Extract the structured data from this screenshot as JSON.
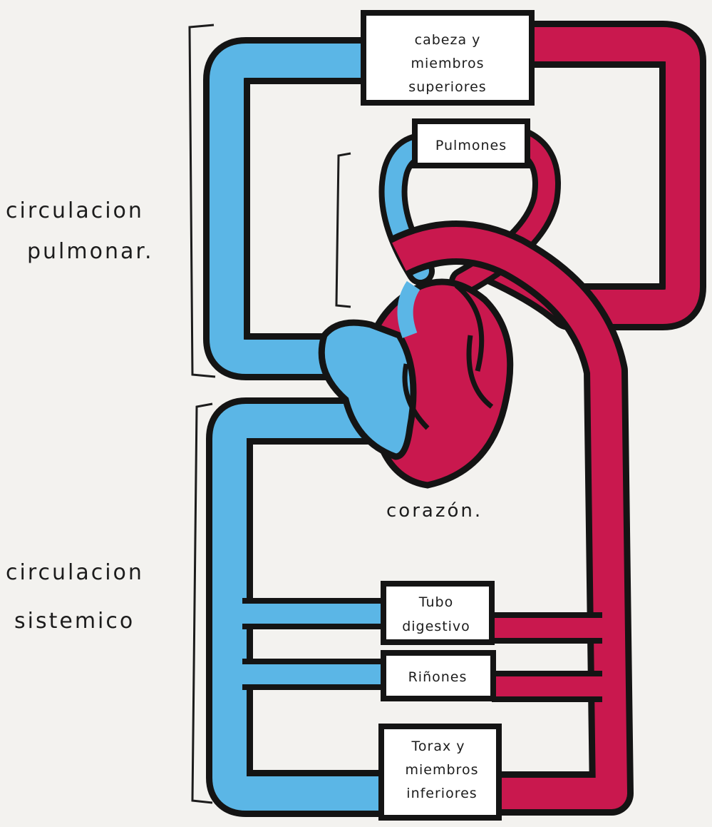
{
  "colors": {
    "venous": "#5bb6e6",
    "arterial": "#c9184e",
    "outline": "#141414",
    "box_fill": "#ffffff",
    "paper": "#f3f2ef"
  },
  "labels": {
    "pulmonary_circulation": [
      "circulacion",
      "pulmonar."
    ],
    "systemic_circulation": [
      "circulacion",
      "sistemico"
    ],
    "heart": "corazón.",
    "head_limbs": [
      "cabeza y",
      "miembros",
      "superiores"
    ],
    "lungs": "Pulmones",
    "digestive": [
      "Tubo",
      "digestivo"
    ],
    "kidneys": "Riñones",
    "thorax_limbs": [
      "Torax y",
      "miembros",
      "inferiores"
    ]
  }
}
